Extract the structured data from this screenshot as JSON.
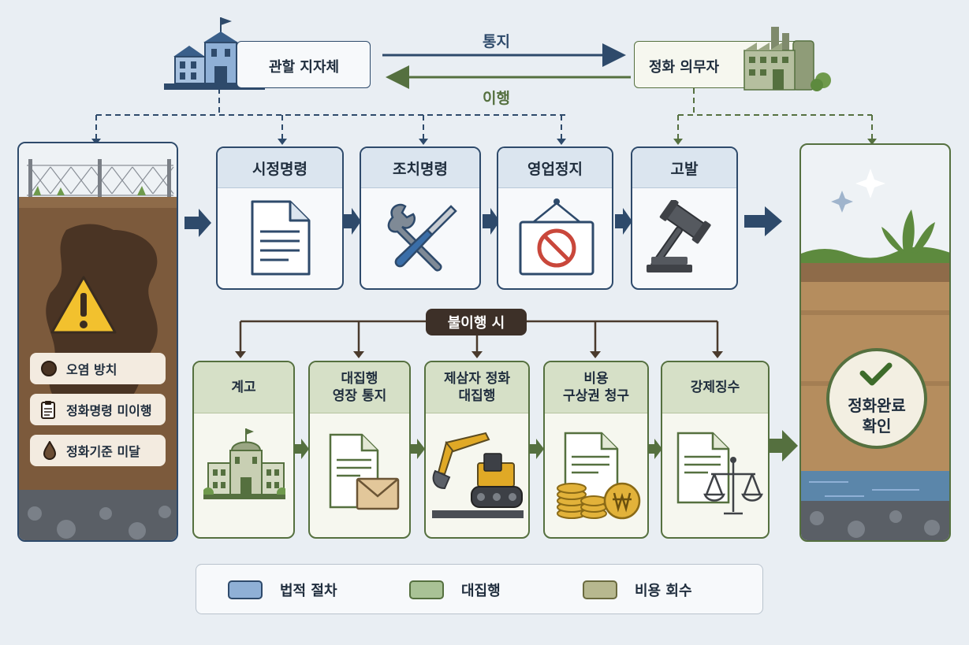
{
  "actors": {
    "authority": "관할 지자체",
    "obligor": "정화 의무자"
  },
  "flows": {
    "notice": "통지",
    "compliance": "이행"
  },
  "site_status": {
    "items": [
      "오염 방치",
      "정화명령 미이행",
      "정화기준 미달"
    ]
  },
  "legal_steps": [
    "시정명령",
    "조치명령",
    "영업정지",
    "고발"
  ],
  "noncompliance_label": "불이행 시",
  "enforcement_steps": [
    {
      "line1": "계고",
      "line2": ""
    },
    {
      "line1": "대집행",
      "line2": "영장 통지"
    },
    {
      "line1": "제삼자 정화",
      "line2": "대집행"
    },
    {
      "line1": "비용",
      "line2": "구상권 청구"
    },
    {
      "line1": "강제징수",
      "line2": ""
    }
  ],
  "result": {
    "line1": "정화완료",
    "line2": "확인"
  },
  "legend": [
    {
      "label": "법적 절차",
      "color": "#8fb0d6"
    },
    {
      "label": "대집행",
      "color": "#a9c296"
    },
    {
      "label": "비용 회수",
      "color": "#b7b88f"
    }
  ],
  "colors": {
    "navy": "#2e4a6b",
    "green": "#55703f",
    "soil": "#6b4d34",
    "warning": "#f2c12e"
  }
}
